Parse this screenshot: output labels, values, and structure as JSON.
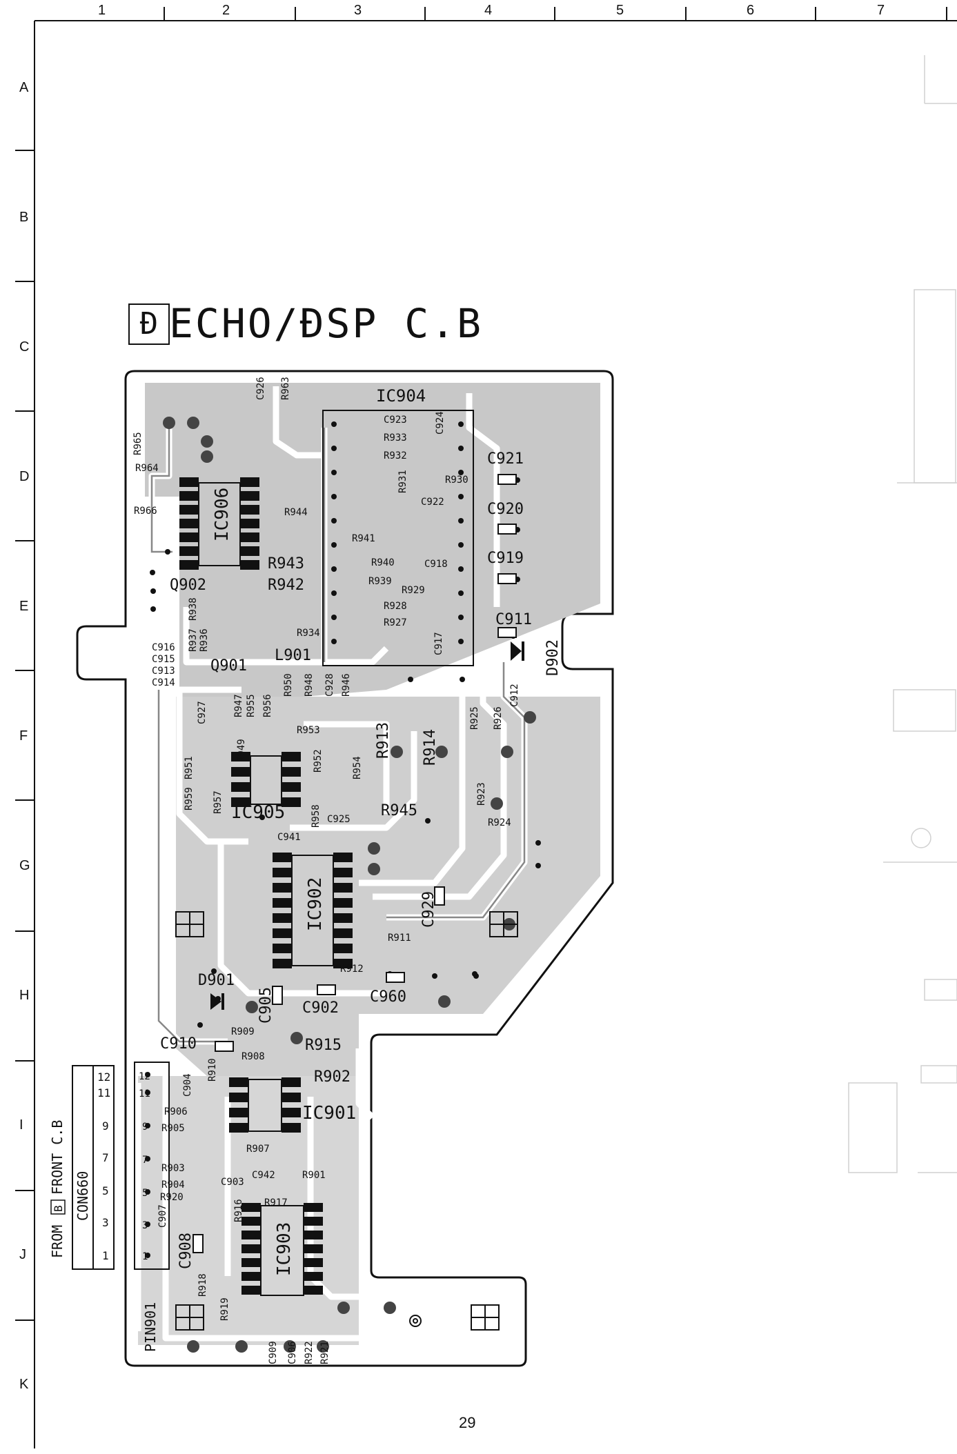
{
  "page_number": "29",
  "columns": [
    "1",
    "2",
    "3",
    "4",
    "5",
    "6",
    "7"
  ],
  "rows": [
    "A",
    "B",
    "C",
    "D",
    "E",
    "F",
    "G",
    "H",
    "I",
    "J",
    "K"
  ],
  "board": {
    "box_letter": "Ð",
    "title": "ECHO/ÐSP C.B"
  },
  "connector": {
    "from_text": "FROM",
    "box_letter": "B",
    "dest": "FRONT C.B",
    "con_name": "CON660",
    "pins": [
      "12",
      "11",
      "9",
      "7",
      "5",
      "3",
      "1"
    ],
    "pin_header": "PIN901",
    "pin_marks": [
      "12",
      "11",
      "9",
      "7",
      "5",
      "3",
      "1"
    ]
  },
  "components": {
    "ics": [
      "IC904",
      "IC906",
      "IC905",
      "IC902",
      "IC901",
      "IC903"
    ],
    "transistors": [
      "Q902",
      "Q901"
    ],
    "diodes": [
      "D902",
      "D901"
    ],
    "coils": [
      "L901"
    ],
    "labels": [
      {
        "t": "C926"
      },
      {
        "t": "R963"
      },
      {
        "t": "R965"
      },
      {
        "t": "R964"
      },
      {
        "t": "R966"
      },
      {
        "t": "R944"
      },
      {
        "t": "R943"
      },
      {
        "t": "R942"
      },
      {
        "t": "R941"
      },
      {
        "t": "R940"
      },
      {
        "t": "R939"
      },
      {
        "t": "R938"
      },
      {
        "t": "R937"
      },
      {
        "t": "R936"
      },
      {
        "t": "R934"
      },
      {
        "t": "C916"
      },
      {
        "t": "C915"
      },
      {
        "t": "C913"
      },
      {
        "t": "C914"
      },
      {
        "t": "C923"
      },
      {
        "t": "R933"
      },
      {
        "t": "R932"
      },
      {
        "t": "C924"
      },
      {
        "t": "R931"
      },
      {
        "t": "R930"
      },
      {
        "t": "C922"
      },
      {
        "t": "C921"
      },
      {
        "t": "C920"
      },
      {
        "t": "C919"
      },
      {
        "t": "C918"
      },
      {
        "t": "R929"
      },
      {
        "t": "R928"
      },
      {
        "t": "R927"
      },
      {
        "t": "C917"
      },
      {
        "t": "C911"
      },
      {
        "t": "C912"
      },
      {
        "t": "C927"
      },
      {
        "t": "R947"
      },
      {
        "t": "R955"
      },
      {
        "t": "R956"
      },
      {
        "t": "R950"
      },
      {
        "t": "R948"
      },
      {
        "t": "C928"
      },
      {
        "t": "R946"
      },
      {
        "t": "R953"
      },
      {
        "t": "R951"
      },
      {
        "t": "R949"
      },
      {
        "t": "R952"
      },
      {
        "t": "R954"
      },
      {
        "t": "R959"
      },
      {
        "t": "R957"
      },
      {
        "t": "R958"
      },
      {
        "t": "C925"
      },
      {
        "t": "C941"
      },
      {
        "t": "R913"
      },
      {
        "t": "R914"
      },
      {
        "t": "R925"
      },
      {
        "t": "R926"
      },
      {
        "t": "R923"
      },
      {
        "t": "R924"
      },
      {
        "t": "R945"
      },
      {
        "t": "C929"
      },
      {
        "t": "R911"
      },
      {
        "t": "R912"
      },
      {
        "t": "C905"
      },
      {
        "t": "C902"
      },
      {
        "t": "C960"
      },
      {
        "t": "R909"
      },
      {
        "t": "R915"
      },
      {
        "t": "C910"
      },
      {
        "t": "R910"
      },
      {
        "t": "R908"
      },
      {
        "t": "R902"
      },
      {
        "t": "C904"
      },
      {
        "t": "R906"
      },
      {
        "t": "R905"
      },
      {
        "t": "R907"
      },
      {
        "t": "R903"
      },
      {
        "t": "R904"
      },
      {
        "t": "C903"
      },
      {
        "t": "C942"
      },
      {
        "t": "R901"
      },
      {
        "t": "R920"
      },
      {
        "t": "C907"
      },
      {
        "t": "R916"
      },
      {
        "t": "R917"
      },
      {
        "t": "C908"
      },
      {
        "t": "R918"
      },
      {
        "t": "R919"
      },
      {
        "t": "C909"
      },
      {
        "t": "C906"
      },
      {
        "t": "R922"
      },
      {
        "t": "R921"
      }
    ]
  }
}
